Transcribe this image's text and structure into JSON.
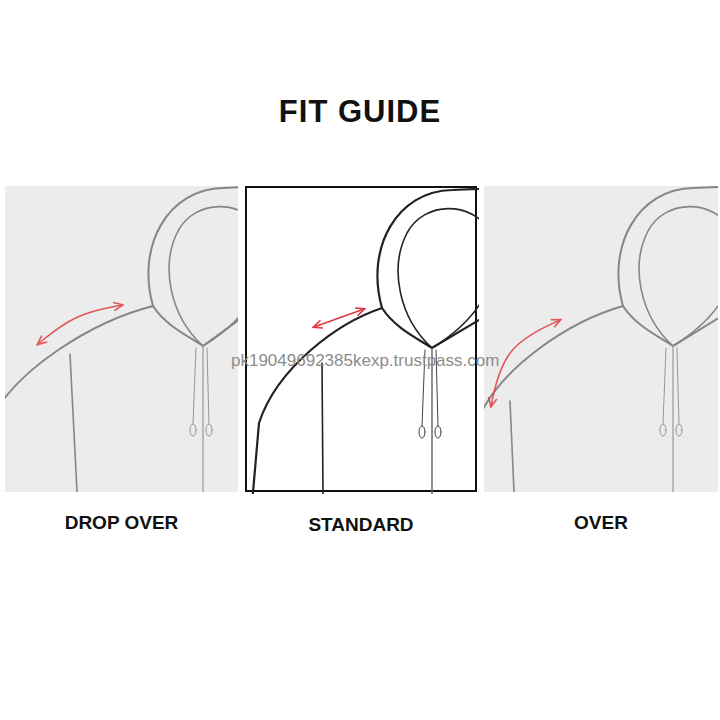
{
  "diagram": {
    "title": "FIT GUIDE",
    "nodes": [
      {
        "text": [
          "DROP OVER"
        ]
      },
      {
        "text": [
          "STANDARD"
        ]
      },
      {
        "text": [
          "OVER"
        ]
      }
    ],
    "labels": [
      "pk19049692385kexp.trustpass.com"
    ]
  }
}
